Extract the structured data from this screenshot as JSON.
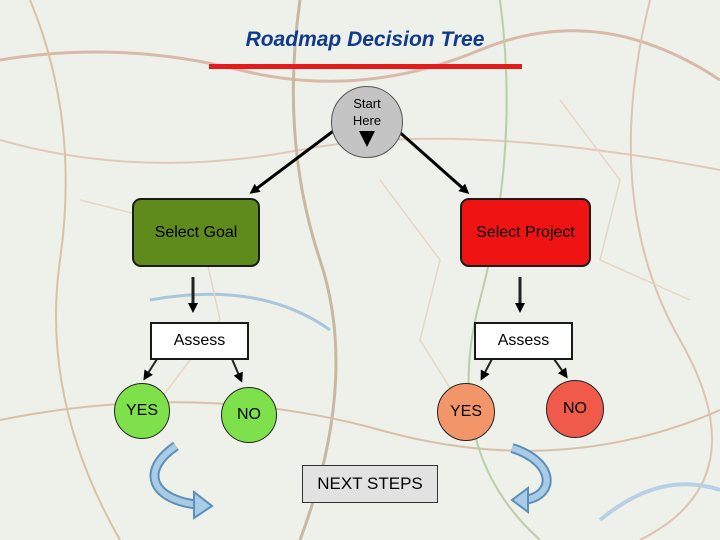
{
  "title": "Roadmap Decision Tree",
  "start": {
    "line1": "Start",
    "line2": "Here"
  },
  "nodes": {
    "goal": "Select Goal",
    "project": "Select Project",
    "assess_left": "Assess",
    "assess_right": "Assess",
    "yes_left": "YES",
    "no_left": "NO",
    "yes_right": "YES",
    "no_right": "NO",
    "next_steps": "NEXT STEPS"
  },
  "colors": {
    "title": "#0e3a8f",
    "title_rule": "#e41b1b",
    "goal": "#5f8a1c",
    "project": "#f01313",
    "yes_left": "#7ee04a",
    "no_left": "#7ee04a",
    "yes_right": "#f29568",
    "no_right": "#f05a4a",
    "curved_arrows": "#8ab8d8"
  }
}
